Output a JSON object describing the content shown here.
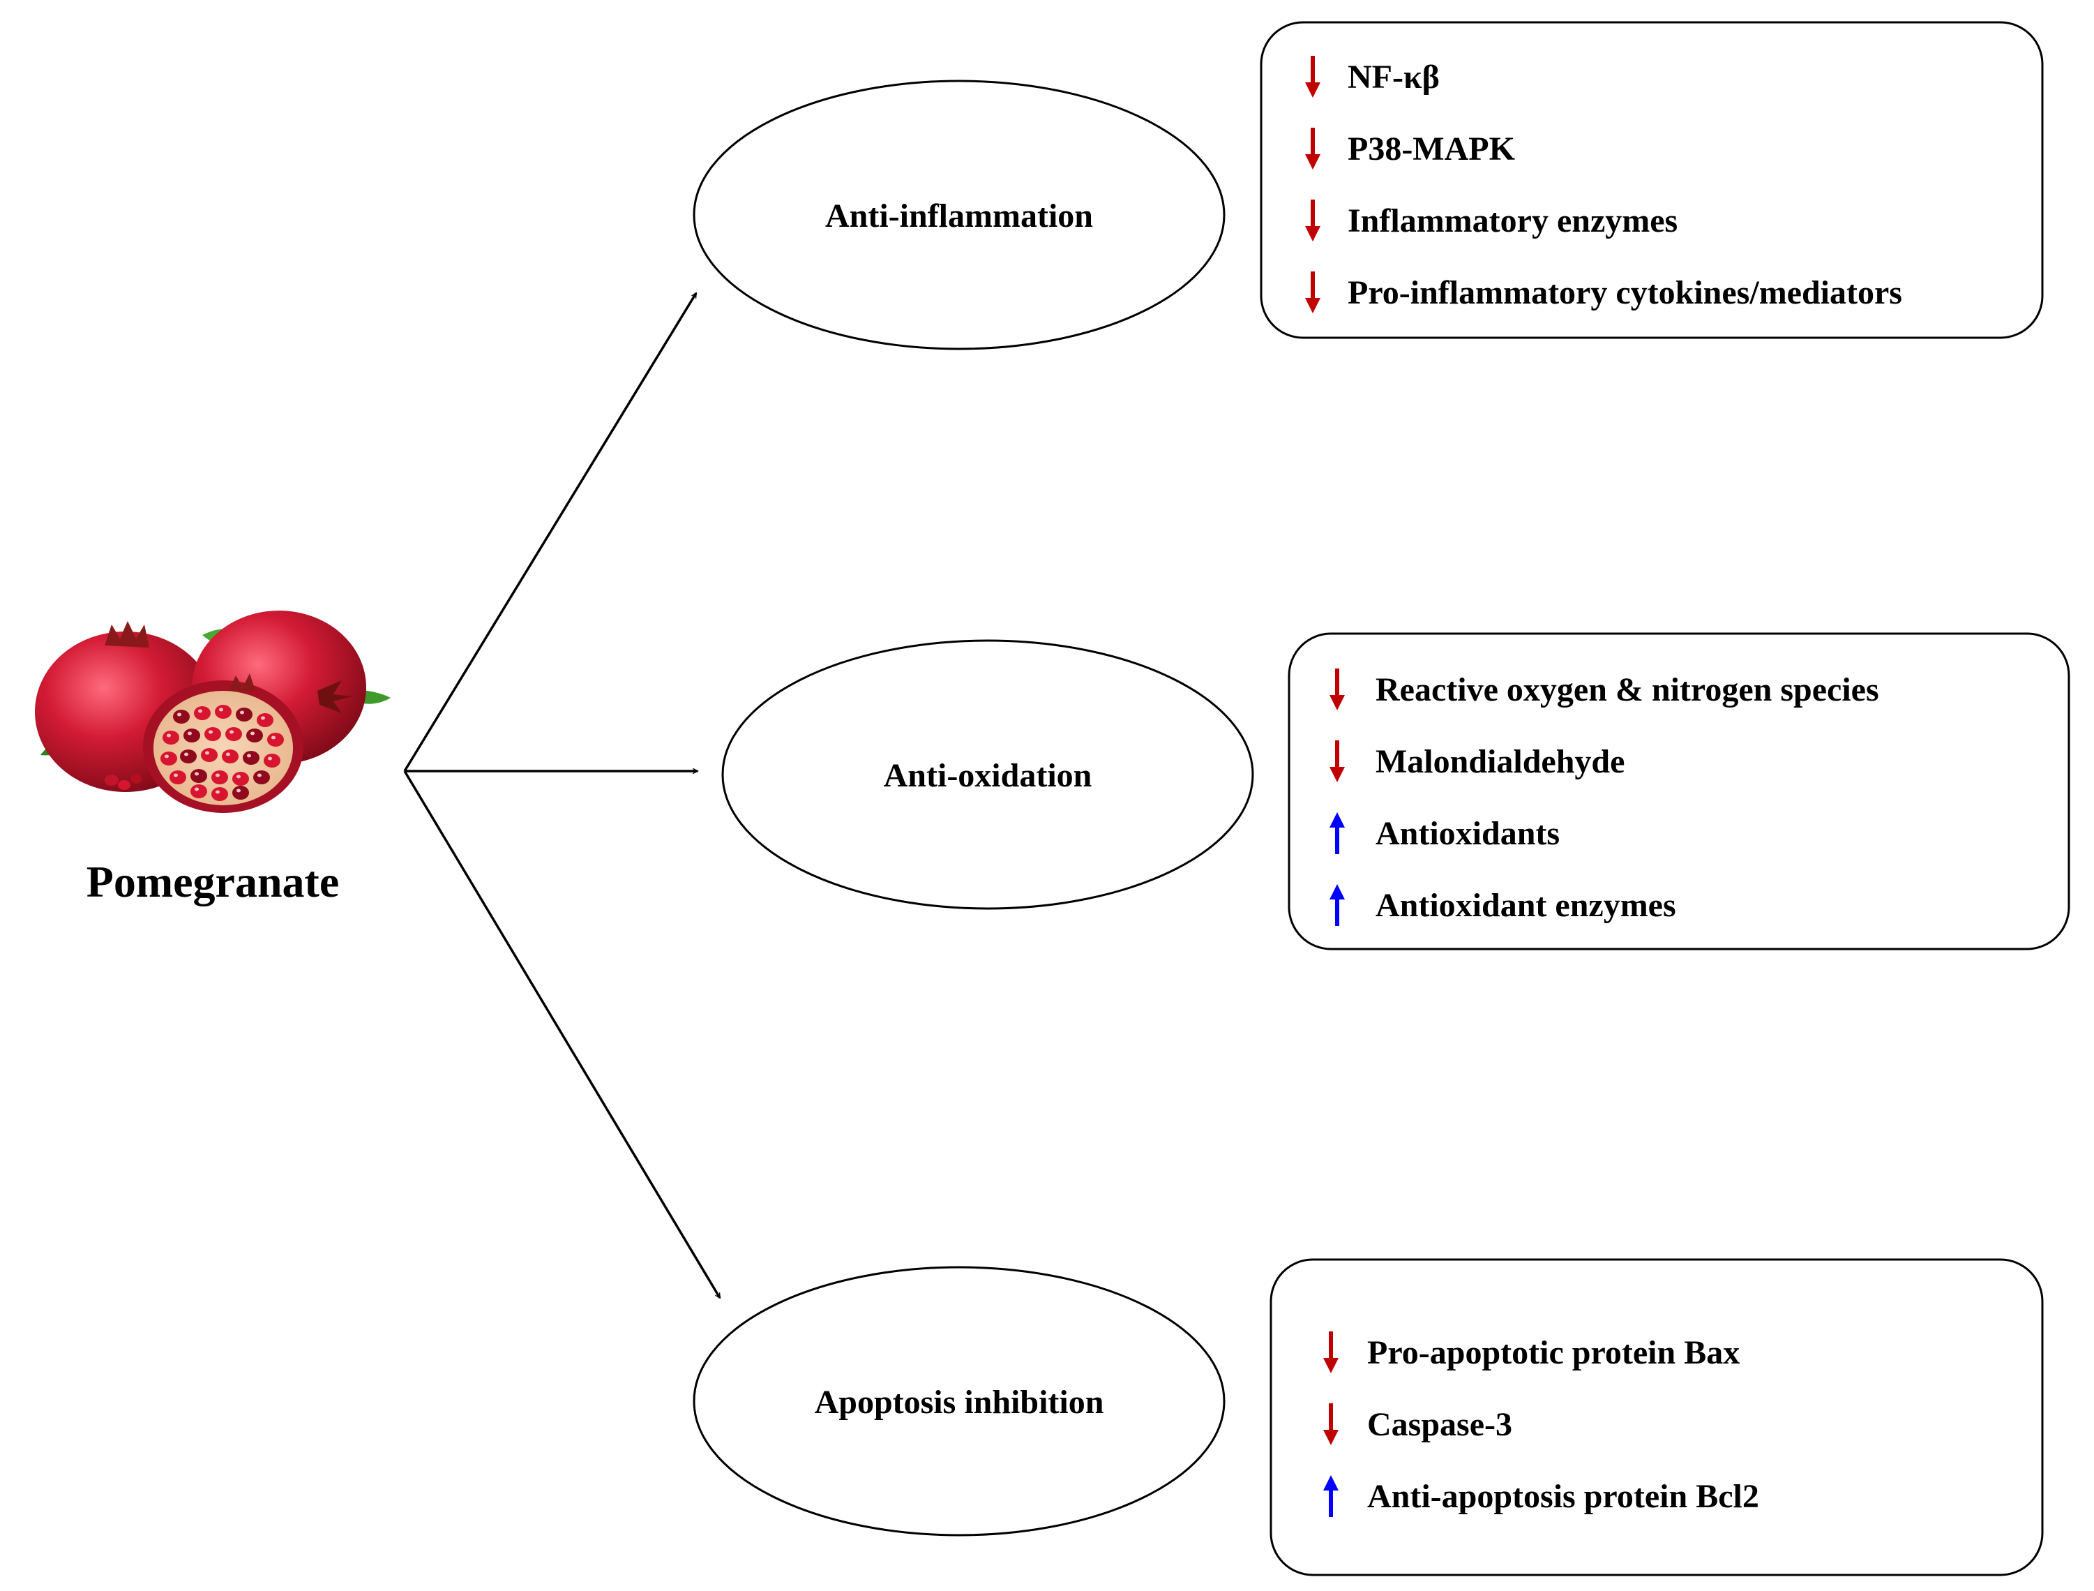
{
  "source": {
    "label": "Pomegranate",
    "image_icon": "pomegranate-fruit-illustration"
  },
  "colors": {
    "decrease": "#c00000",
    "increase": "#0000ff",
    "fruit_red": "#c4142b",
    "fruit_dark": "#8e0a1c",
    "leaf_green": "#3f9a2c",
    "aril_red": "#d8152f"
  },
  "mechanisms": [
    {
      "label": "Anti-inflammation",
      "effects": [
        {
          "direction": "down",
          "text": "NF-κβ"
        },
        {
          "direction": "down",
          "text": "P38-MAPK"
        },
        {
          "direction": "down",
          "text": "Inflammatory enzymes"
        },
        {
          "direction": "down",
          "text": "Pro-inflammatory cytokines/mediators"
        }
      ]
    },
    {
      "label": "Anti-oxidation",
      "effects": [
        {
          "direction": "down",
          "text": "Reactive oxygen & nitrogen species"
        },
        {
          "direction": "down",
          "text": "Malondialdehyde"
        },
        {
          "direction": "up",
          "text": "Antioxidants"
        },
        {
          "direction": "up",
          "text": "Antioxidant enzymes"
        }
      ]
    },
    {
      "label": "Apoptosis inhibition",
      "effects": [
        {
          "direction": "down",
          "text": "Pro-apoptotic protein Bax"
        },
        {
          "direction": "down",
          "text": "Caspase-3"
        },
        {
          "direction": "up",
          "text": "Anti-apoptosis protein Bcl2"
        }
      ]
    }
  ]
}
